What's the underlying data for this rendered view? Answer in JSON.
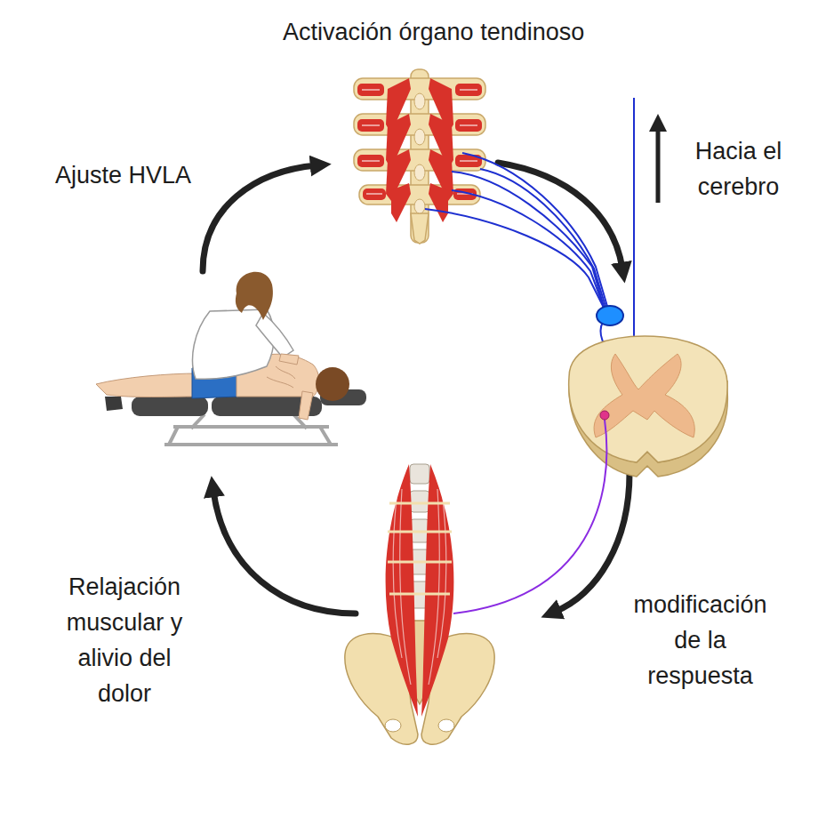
{
  "diagram": {
    "labels": [
      "Activación órgano tendinoso",
      "Ajuste HVLA",
      "Hacia el cerebro",
      "modificación de la respuesta",
      "Relajación muscular y alivio del dolor"
    ]
  }
}
